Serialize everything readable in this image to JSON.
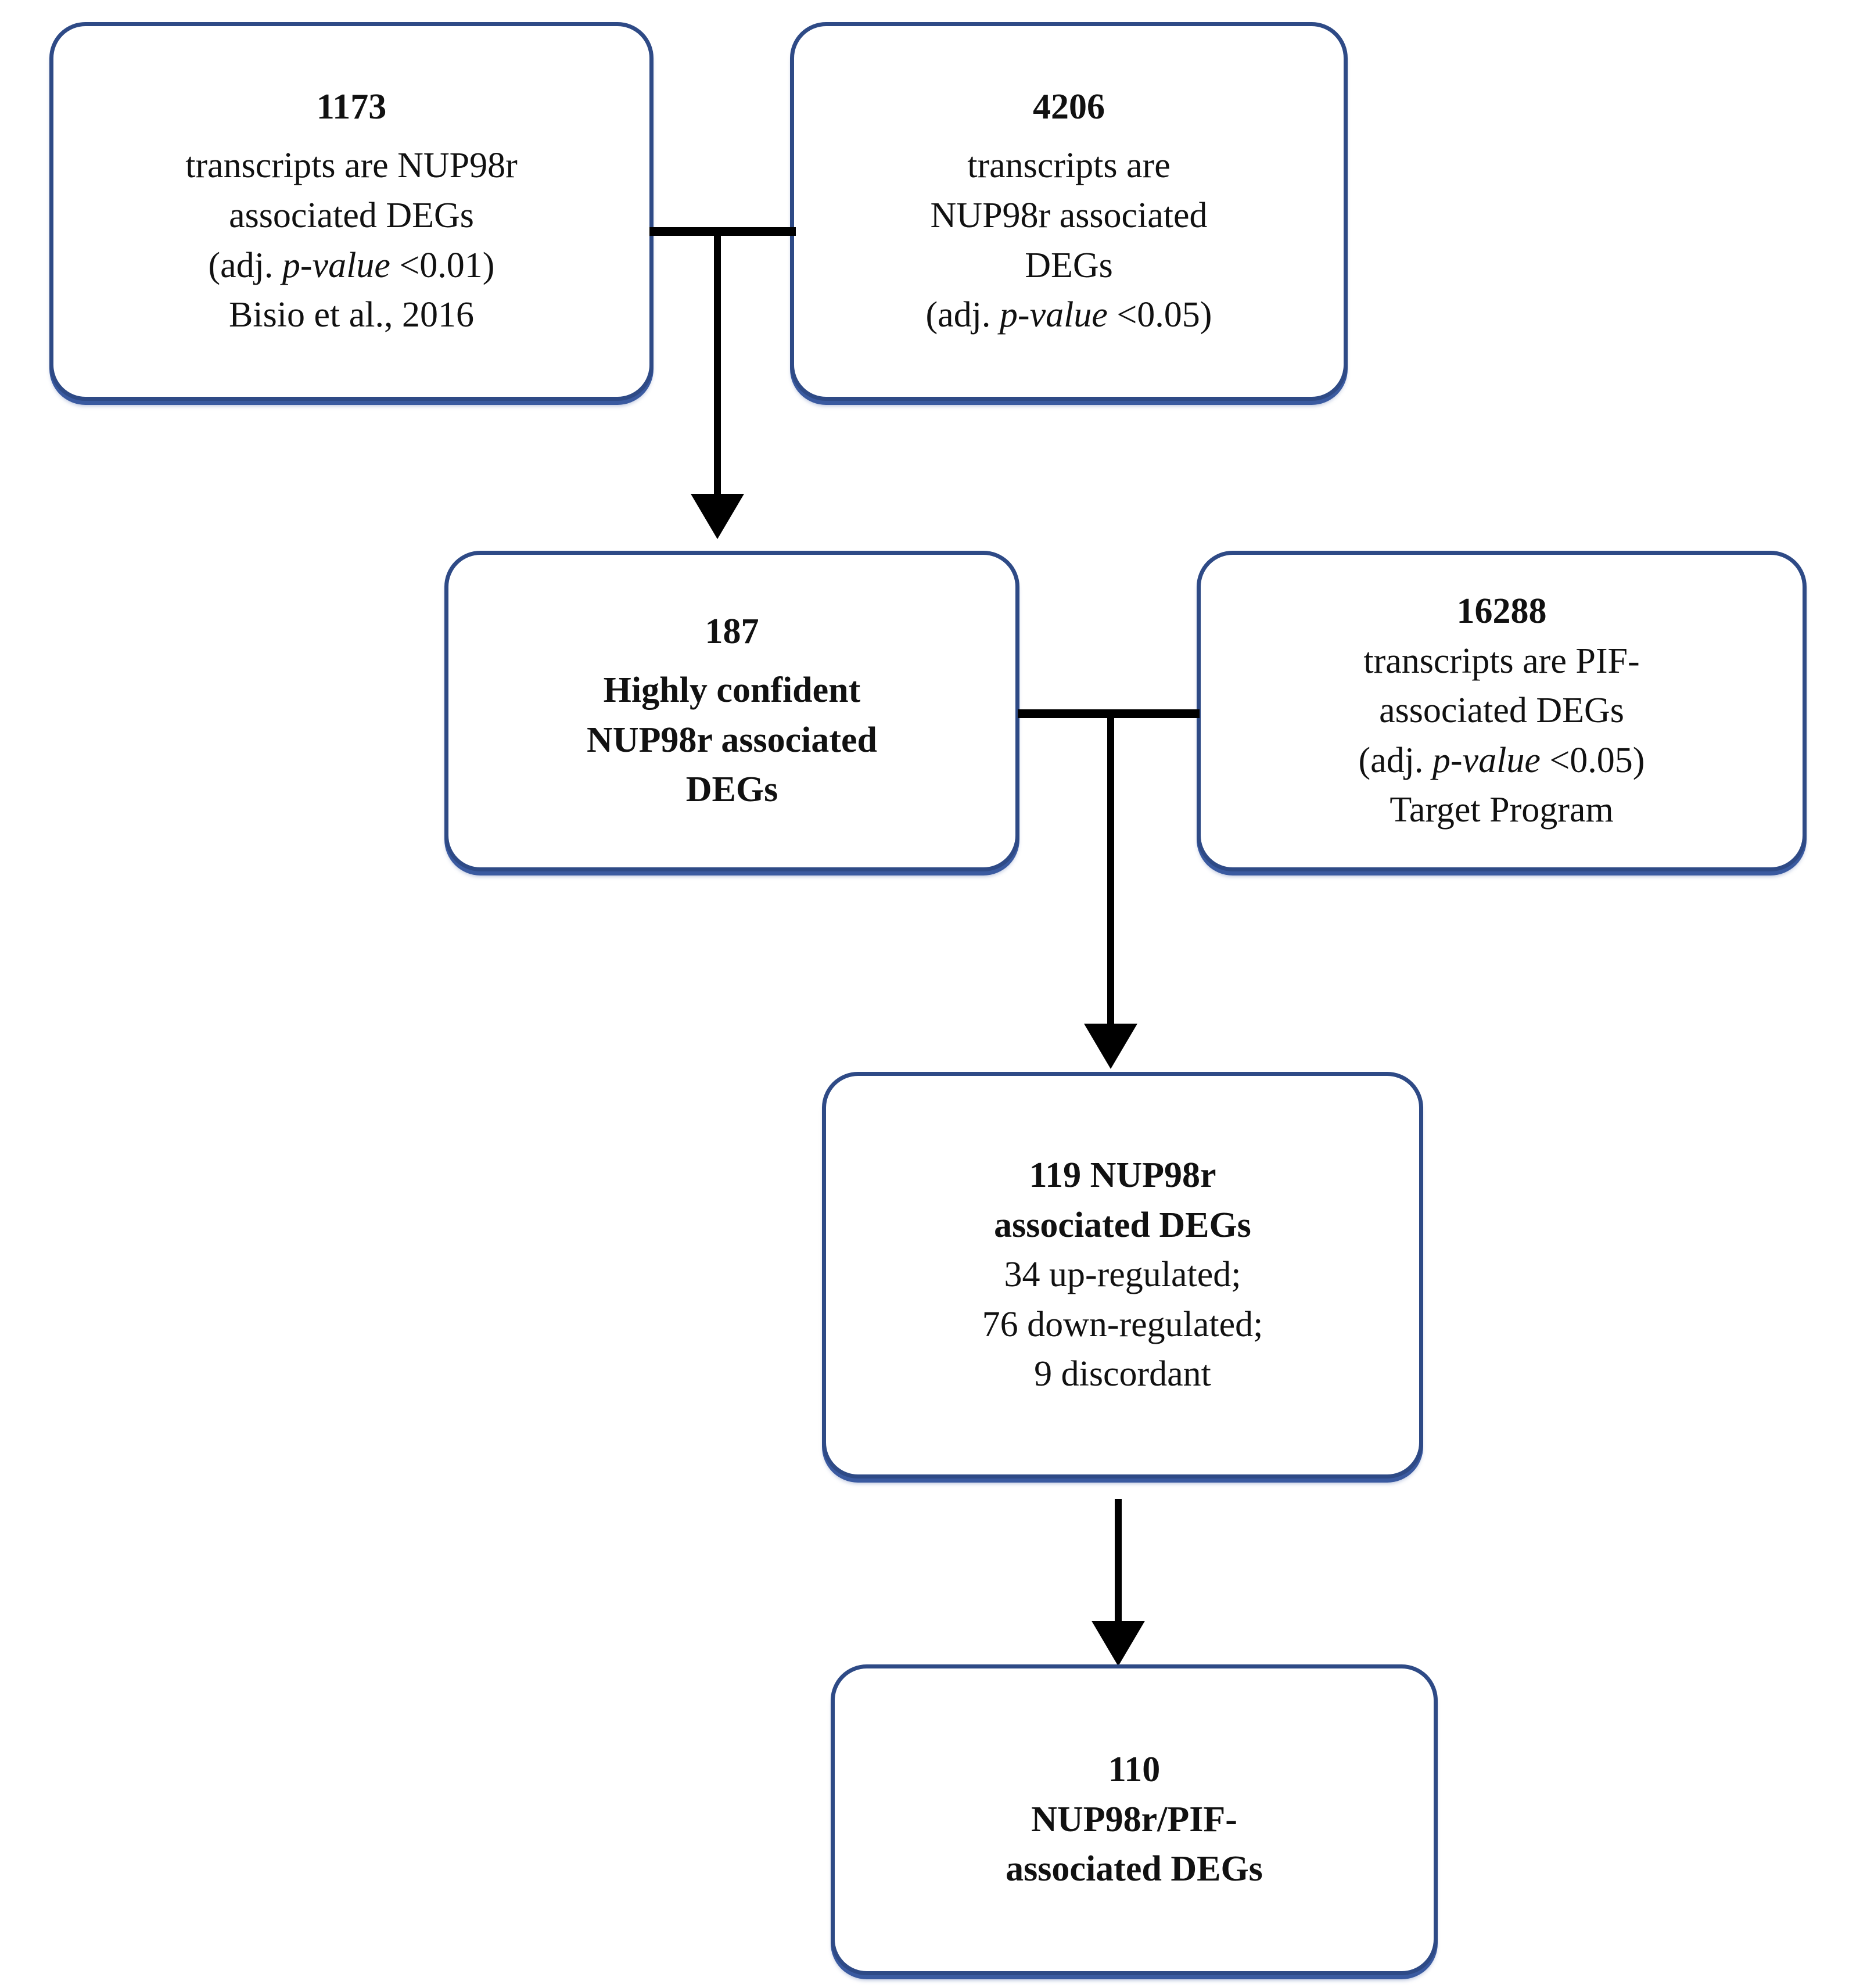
{
  "diagram": {
    "title": "NUP98r and PIF associated DEG selection flowchart",
    "accent_border_color": "#2e4a86",
    "connector_color": "#000000",
    "background_color": "#ffffff"
  },
  "nodes": [
    {
      "id": "box-1173",
      "lines": [
        {
          "text": "1173",
          "bold": true
        },
        {
          "text": "transcripts are NUP98r",
          "bold": false
        },
        {
          "text": "associated DEGs",
          "bold": false
        },
        {
          "text": "(adj. p-value <0.01)",
          "bold": false,
          "italic_part": "p-value"
        },
        {
          "text": "Bisio et al., 2016",
          "bold": false
        }
      ]
    },
    {
      "id": "box-4206",
      "lines": [
        {
          "text": "4206",
          "bold": true
        },
        {
          "text": "transcripts are",
          "bold": false
        },
        {
          "text": "NUP98r associated",
          "bold": false
        },
        {
          "text": "DEGs",
          "bold": false
        },
        {
          "text": "(adj. p-value <0.05)",
          "bold": false,
          "italic_part": "p-value"
        }
      ]
    },
    {
      "id": "box-187",
      "lines": [
        {
          "text": "187",
          "bold": true
        },
        {
          "text": "Highly confident",
          "bold": true
        },
        {
          "text": "NUP98r associated",
          "bold": true
        },
        {
          "text": "DEGs",
          "bold": true
        }
      ]
    },
    {
      "id": "box-16288",
      "lines": [
        {
          "text": "16288",
          "bold": true
        },
        {
          "text": "transcripts are PIF-",
          "bold": false
        },
        {
          "text": "associated DEGs",
          "bold": false
        },
        {
          "text": "(adj. p-value <0.05)",
          "bold": false,
          "italic_part": "p-value"
        },
        {
          "text": "Target Program",
          "bold": false
        }
      ]
    },
    {
      "id": "box-119",
      "lines": [
        {
          "text": "119 NUP98r",
          "bold": true
        },
        {
          "text": "associated DEGs",
          "bold": true
        },
        {
          "text": "34 up-regulated;",
          "bold": false
        },
        {
          "text": "76 down-regulated;",
          "bold": false
        },
        {
          "text": "9 discordant",
          "bold": false
        }
      ]
    },
    {
      "id": "box-110",
      "lines": [
        {
          "text": "110",
          "bold": true
        },
        {
          "text": "NUP98r/PIF-",
          "bold": true
        },
        {
          "text": "associated DEGs",
          "bold": true
        }
      ]
    }
  ],
  "node_text": {
    "box_1173": {
      "l1": "1173",
      "l2": "transcripts are NUP98r",
      "l3": "associated DEGs",
      "l4_pre": "(adj. ",
      "l4_em": "p-value",
      "l4_post": " <0.01)",
      "l5": "Bisio et al., 2016"
    },
    "box_4206": {
      "l1": "4206",
      "l2": "transcripts are",
      "l3": "NUP98r associated",
      "l4": "DEGs",
      "l5_pre": "(adj. ",
      "l5_em": "p-value",
      "l5_post": " <0.05)"
    },
    "box_187": {
      "l1": "187",
      "l2": "Highly confident",
      "l3": "NUP98r associated",
      "l4": "DEGs"
    },
    "box_16288": {
      "l1": "16288",
      "l2": "transcripts are PIF-",
      "l3": "associated DEGs",
      "l4_pre": "(adj. ",
      "l4_em": "p-value",
      "l4_post": " <0.05)",
      "l5": "Target Program"
    },
    "box_119": {
      "l1": "119 NUP98r",
      "l2": "associated DEGs",
      "l3": "34 up-regulated;",
      "l4": "76 down-regulated;",
      "l5": "9 discordant"
    },
    "box_110": {
      "l1": "110",
      "l2": "NUP98r/PIF-",
      "l3": "associated DEGs"
    }
  },
  "connectors": [
    {
      "id": "merge-1173-4206-to-187",
      "type": "t-junction-down",
      "from": [
        "box-1173",
        "box-4206"
      ],
      "to": "box-187"
    },
    {
      "id": "merge-187-16288-to-119",
      "type": "t-junction-down",
      "from": [
        "box-187",
        "box-16288"
      ],
      "to": "box-119"
    },
    {
      "id": "arrow-119-to-110",
      "type": "straight-down",
      "from": "box-119",
      "to": "box-110"
    }
  ]
}
